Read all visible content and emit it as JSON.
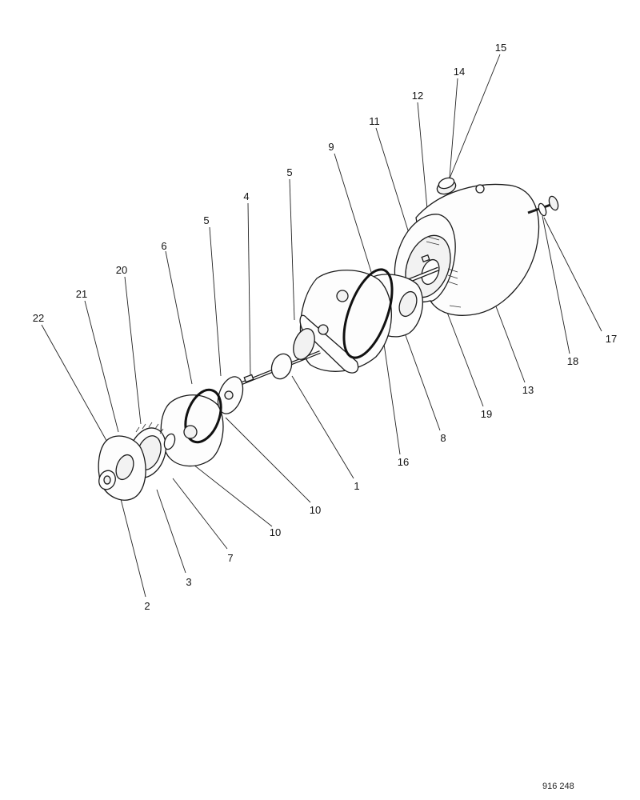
{
  "callouts": [
    {
      "id": "c1",
      "text": "1"
    },
    {
      "id": "c2",
      "text": "2"
    },
    {
      "id": "c3",
      "text": "3"
    },
    {
      "id": "c4",
      "text": "4"
    },
    {
      "id": "c5a",
      "text": "5"
    },
    {
      "id": "c5b",
      "text": "5"
    },
    {
      "id": "c6",
      "text": "6"
    },
    {
      "id": "c7",
      "text": "7"
    },
    {
      "id": "c8",
      "text": "8"
    },
    {
      "id": "c9",
      "text": "9"
    },
    {
      "id": "c10a",
      "text": "10"
    },
    {
      "id": "c10b",
      "text": "10"
    },
    {
      "id": "c11",
      "text": "11"
    },
    {
      "id": "c12",
      "text": "12"
    },
    {
      "id": "c13",
      "text": "13"
    },
    {
      "id": "c14",
      "text": "14"
    },
    {
      "id": "c15",
      "text": "15"
    },
    {
      "id": "c16",
      "text": "16"
    },
    {
      "id": "c17",
      "text": "17"
    },
    {
      "id": "c18",
      "text": "18"
    },
    {
      "id": "c19",
      "text": "19"
    },
    {
      "id": "c20",
      "text": "20"
    },
    {
      "id": "c21",
      "text": "21"
    },
    {
      "id": "c22",
      "text": "22"
    }
  ],
  "figure_reference": "916 248"
}
